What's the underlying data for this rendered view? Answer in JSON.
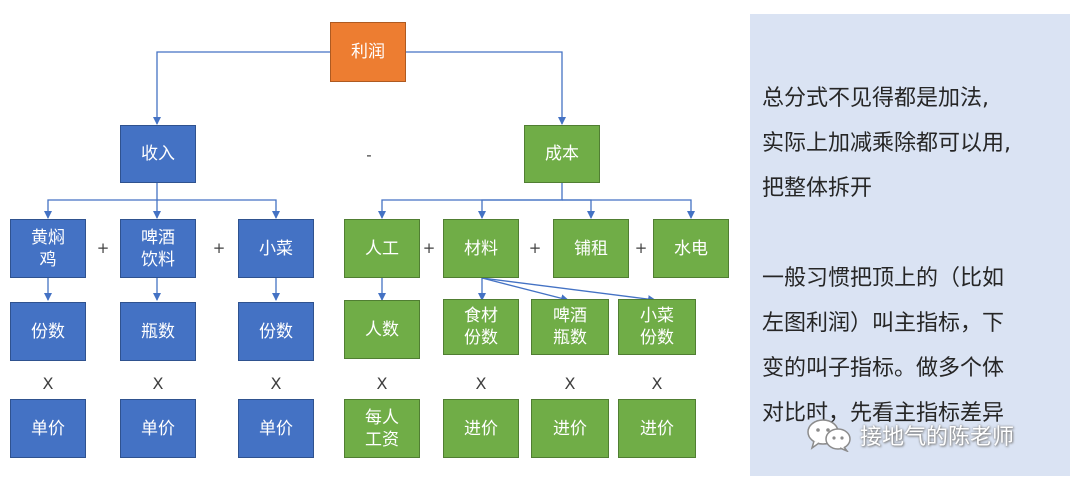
{
  "diagram": {
    "colors": {
      "profit": "#ed7d31",
      "revenue": "#4472c4",
      "cost": "#70ad47",
      "connector": "#4472c4"
    },
    "root": "利润",
    "minus_sign": "-",
    "revenue": {
      "label": "收入",
      "items": [
        {
          "name": "黄焖\n鸡",
          "qty": "份数",
          "op": "X",
          "price": "单价"
        },
        {
          "name": "啤酒\n饮料",
          "qty": "瓶数",
          "op": "X",
          "price": "单价"
        },
        {
          "name": "小菜",
          "qty": "份数",
          "op": "X",
          "price": "单价"
        }
      ],
      "plus_signs": [
        "+",
        "+"
      ]
    },
    "cost": {
      "label": "成本",
      "items": [
        "人工",
        "材料",
        "铺租",
        "水电"
      ],
      "plus_signs": [
        "+",
        "+",
        "+"
      ],
      "labor": {
        "qty": "人数",
        "op": "X",
        "price": "每人\n工资"
      },
      "materials": [
        {
          "qty": "食材\n份数",
          "op": "X",
          "price": "进价"
        },
        {
          "qty": "啤酒\n瓶数",
          "op": "X",
          "price": "进价"
        },
        {
          "qty": "小菜\n份数",
          "op": "X",
          "price": "进价"
        }
      ]
    }
  },
  "panel": {
    "paragraph1": [
      "总分式不见得都是加法,",
      "实际上加减乘除都可以用,",
      "把整体拆开"
    ],
    "paragraph2": [
      "一般习惯把顶上的（比如",
      "左图利润）叫主指标，下",
      "变的叫子指标。做多个体",
      "对比时，先看主指标差异"
    ]
  },
  "watermark": {
    "text": "接地气的陈老师",
    "icon": "wechat-icon"
  }
}
